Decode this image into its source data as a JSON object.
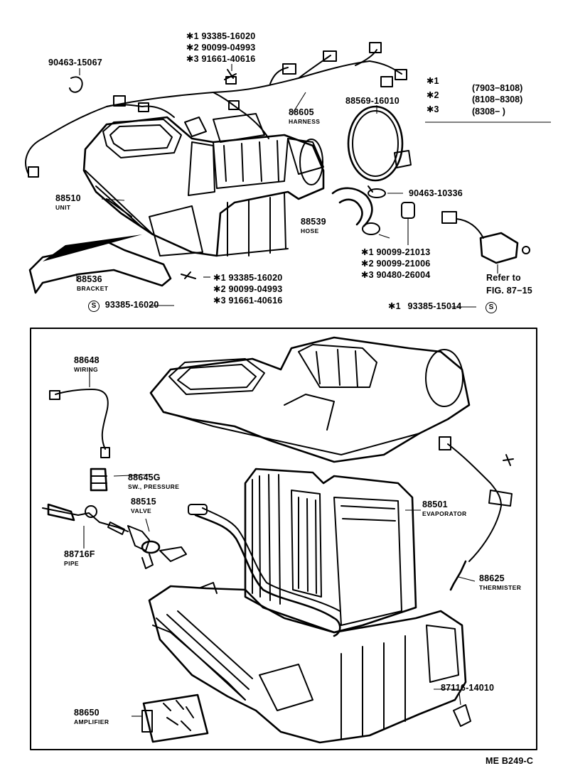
{
  "top_section": {
    "bolt_group_top": [
      "✱1 93385-16020",
      "✱2 90099-04993",
      "✱3 91661-40616"
    ],
    "clamp_label": "90463-15067",
    "harness": {
      "number": "88605",
      "name": "HARNESS"
    },
    "band": "88569-16010",
    "unit": {
      "number": "88510",
      "name": "UNIT"
    },
    "clip_label": "90463-10336",
    "hose": {
      "number": "88539",
      "name": "HOSE"
    },
    "grommet_group": [
      "✱1 90099-21013",
      "✱2 90099-21006",
      "✱3 90480-26004"
    ],
    "bracket": {
      "number": "88536",
      "name": "BRACKET"
    },
    "bolt_group_bottom": [
      "✱1 93385-16020",
      "✱2 90099-04993",
      "✱3 91661-40616"
    ],
    "screw_s_left": {
      "symbol": "S",
      "number": "93385-16020"
    },
    "screw_s_right": {
      "prefix": "✱1",
      "number": "93385-15014",
      "symbol": "S"
    },
    "refer_to": "Refer to",
    "fig_ref": "FIG. 87−15",
    "legend": [
      {
        "mark": "✱1",
        "range": "(7903−8108)"
      },
      {
        "mark": "✱2",
        "range": "(8108−8308)"
      },
      {
        "mark": "✱3",
        "range": "(8308−        )"
      }
    ]
  },
  "bottom_section": {
    "wiring": {
      "number": "88648",
      "name": "WIRING"
    },
    "pressure_switch": {
      "number": "88645G",
      "name": "SW., PRESSURE"
    },
    "valve": {
      "number": "88515",
      "name": "VALVE"
    },
    "pipe": {
      "number": "88716F",
      "name": "PIPE"
    },
    "evaporator": {
      "number": "88501",
      "name": "EVAPORATOR"
    },
    "thermister": {
      "number": "88625",
      "name": "THERMISTER"
    },
    "clip_bottom": "87116-14010",
    "amplifier": {
      "number": "88650",
      "name": "AMPLIFIER"
    }
  },
  "footer": {
    "code": "ME B249-C"
  }
}
